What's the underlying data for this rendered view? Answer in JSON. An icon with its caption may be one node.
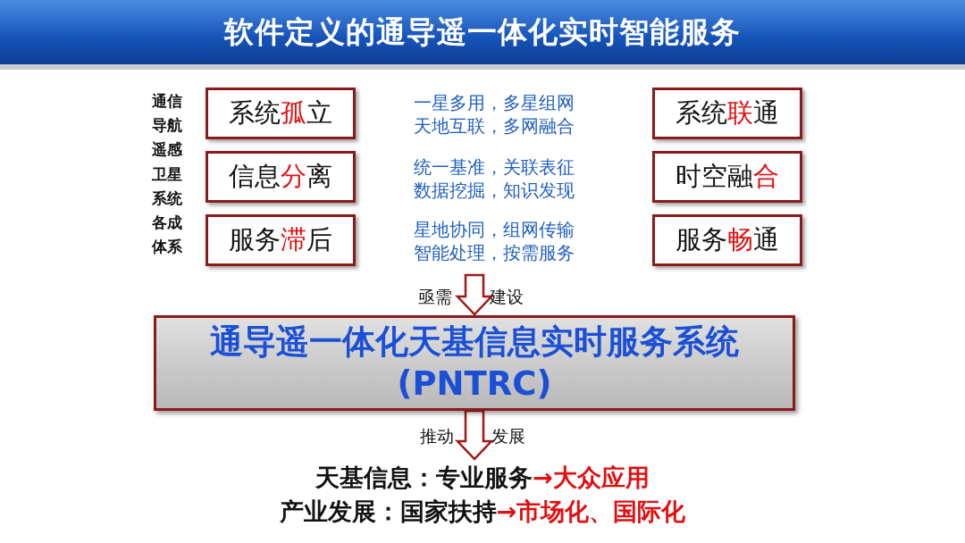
{
  "diagram": {
    "title": "软件定义的通导遥一体化实时智能服务",
    "nodes": [
      {
        "text": [
          "系统**孤**立"
        ]
      },
      {
        "text": [
          "系统**联**通"
        ]
      },
      {
        "text": [
          "信息**分**离"
        ]
      },
      {
        "text": [
          "时空融**合**"
        ]
      },
      {
        "text": [
          "服务**滞**后"
        ]
      },
      {
        "text": [
          "服务**畅**通"
        ]
      },
      {
        "text": [
          "通导遥一体化天基信息实时服务系统 (PNTRC)"
        ]
      },
      {
        "text": [
          "天基信息：专业服务**→大众应用**"
        ]
      },
      {
        "text": [
          "产业发展：国家扶持**→市场化、国际化**"
        ]
      }
    ],
    "edges": [
      {
        "from": null,
        "to": 6,
        "arrow": "to"
      },
      {
        "from": 6,
        "to": 7,
        "arrow": "to"
      }
    ],
    "labels": [
      "通信导航遥感卫星系统各成体系",
      "一星多用，多星组网",
      "天地互联，多网融合",
      "统一基准，关联表征",
      "数据挖掘，知识发现",
      "星地协同，组网传输",
      "智能处理，按需服务",
      "亟需",
      "建设",
      "推动",
      "发展"
    ]
  }
}
